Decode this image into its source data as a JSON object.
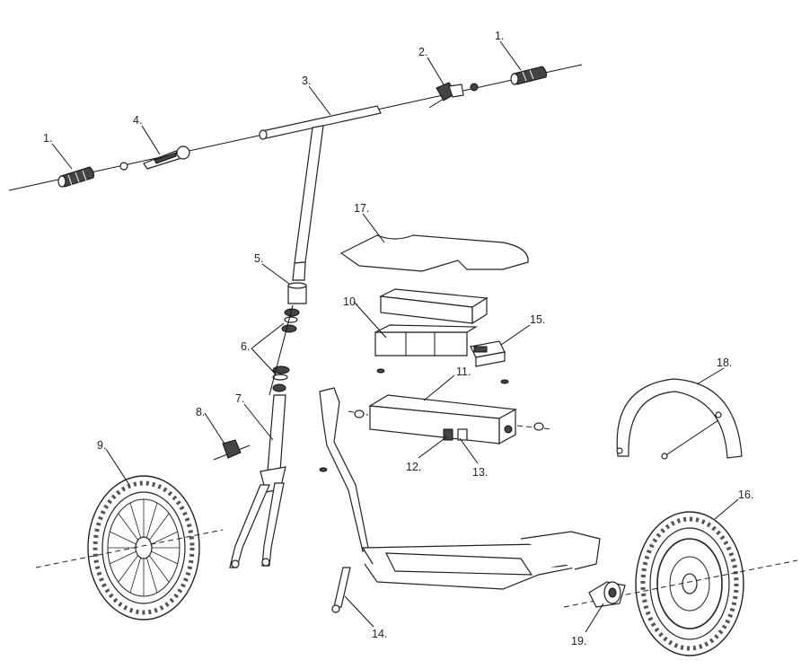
{
  "diagram": {
    "labels": {
      "p1a": "1.",
      "p1b": "1.",
      "p2": "2.",
      "p3": "3.",
      "p4": "4.",
      "p5": "5.",
      "p6": "6.",
      "p7": "7.",
      "p8": "8.",
      "p9": "9.",
      "p10": "10.",
      "p11": "11.",
      "p12": "12.",
      "p13": "13.",
      "p14": "14.",
      "p15": "15.",
      "p16": "16.",
      "p17": "17.",
      "p18": "18.",
      "p19": "19."
    }
  }
}
